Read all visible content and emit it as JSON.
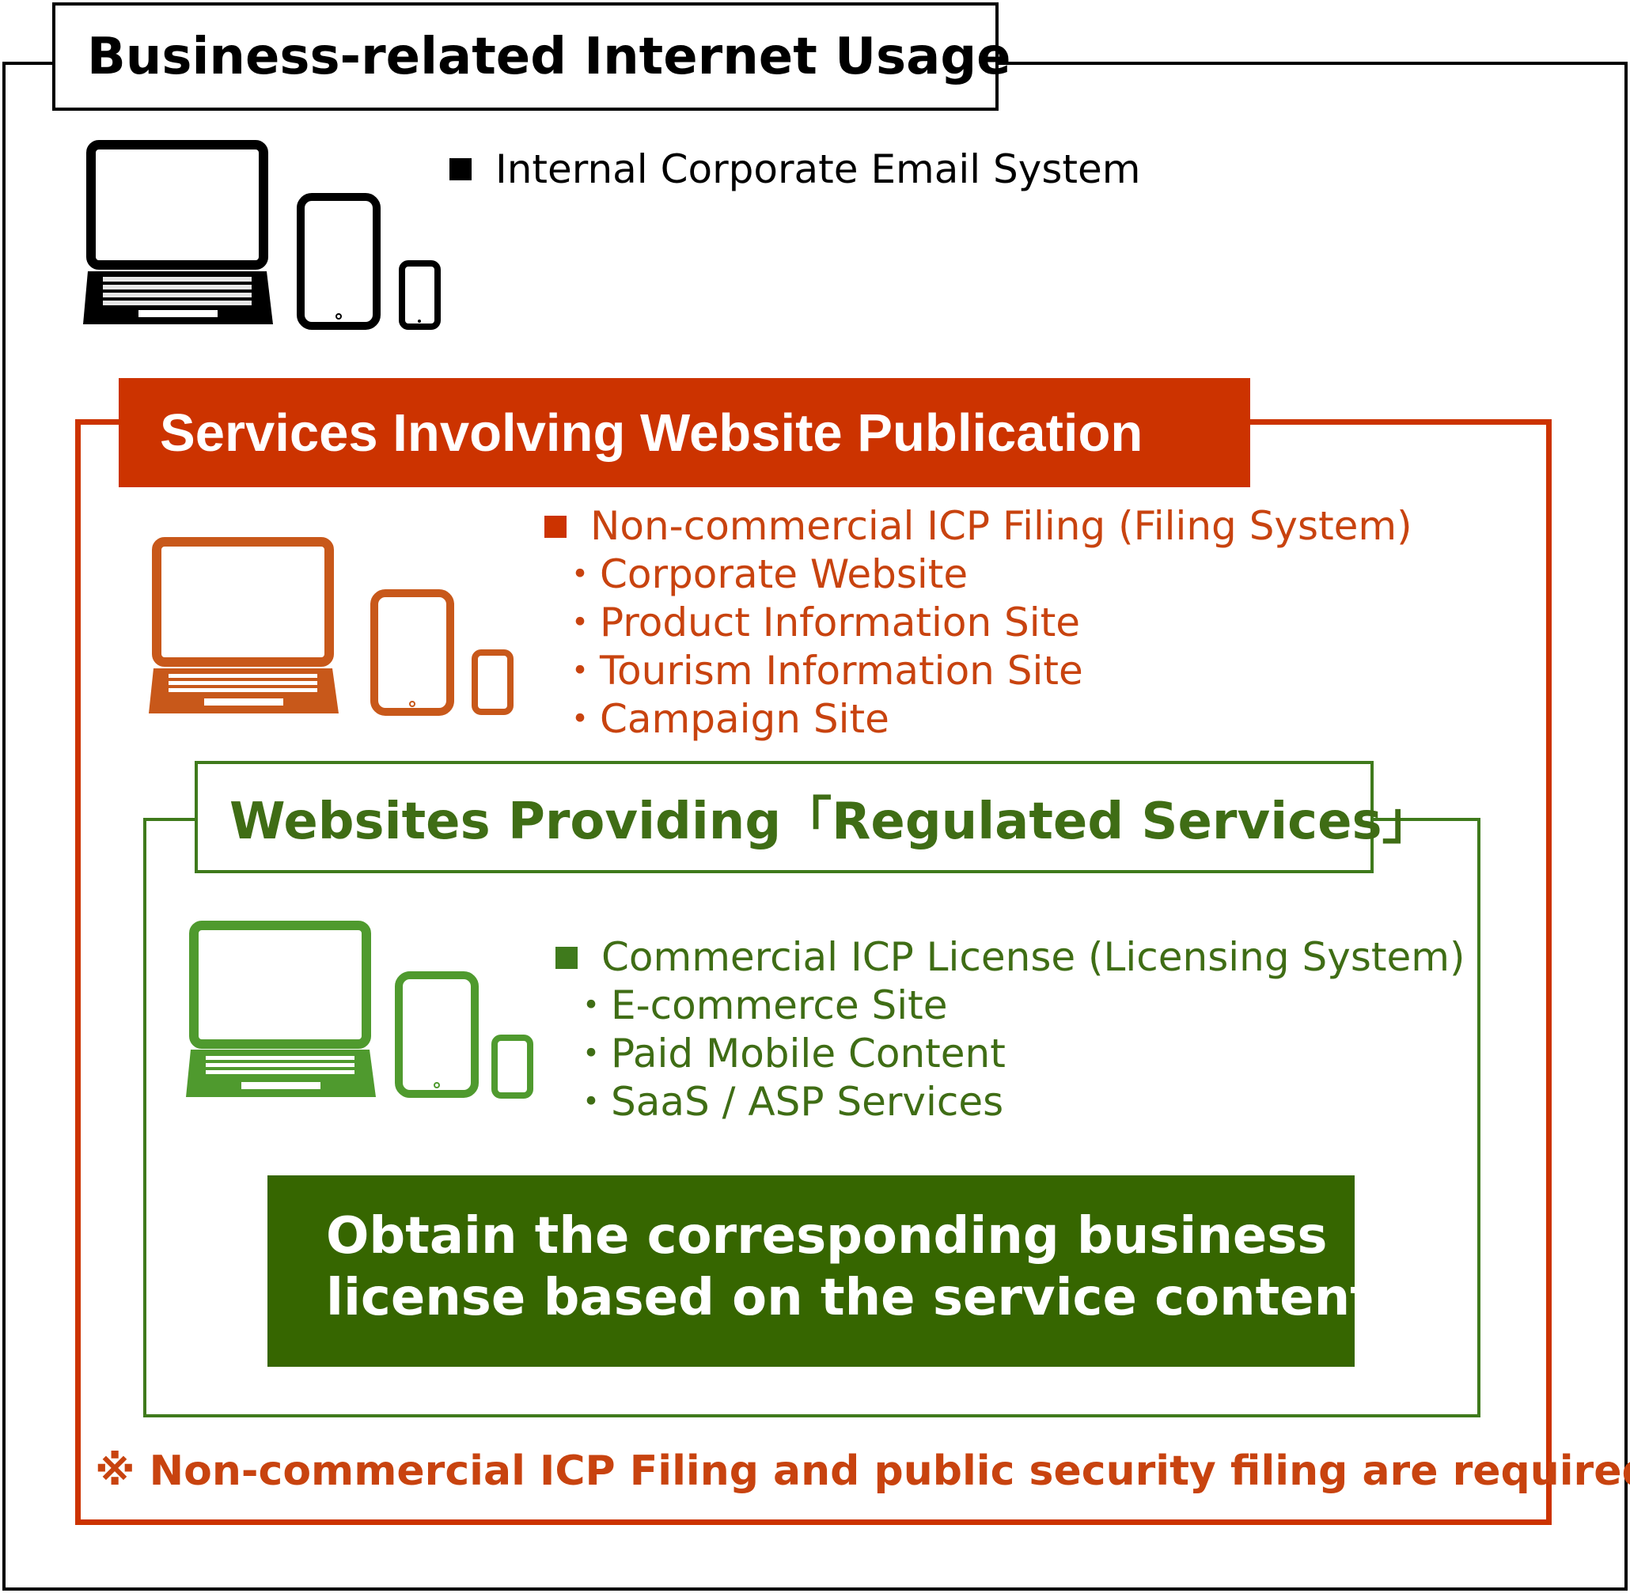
{
  "outer": {
    "title": "Business-related Internet Usage",
    "items": [
      {
        "label": "Internal Corporate Email System"
      }
    ]
  },
  "publication": {
    "title": "Services Involving Website Publication",
    "heading": "Non-commercial ICP Filing (Filing System)",
    "items": [
      "・Corporate Website",
      "・Product Information Site",
      "・Tourism Information Site",
      "・Campaign Site"
    ]
  },
  "regulated": {
    "title": "Websites Providing「Regulated Services」",
    "heading": "Commercial ICP License (Licensing System)",
    "items": [
      "・E-commerce Site",
      "・Paid Mobile Content",
      "・SaaS / ASP Services"
    ],
    "action_line1": "Obtain the corresponding business",
    "action_line2": "license based on the service content"
  },
  "note": "※ Non-commercial ICP Filing and public security filing are required.",
  "colors": {
    "black": "#000000",
    "orange": "#cc3300",
    "orange_text": "#c8430f",
    "green": "#3f7a1c",
    "green_dark": "#366600"
  },
  "icons": [
    "laptop-icon",
    "tablet-icon",
    "smartphone-icon"
  ]
}
